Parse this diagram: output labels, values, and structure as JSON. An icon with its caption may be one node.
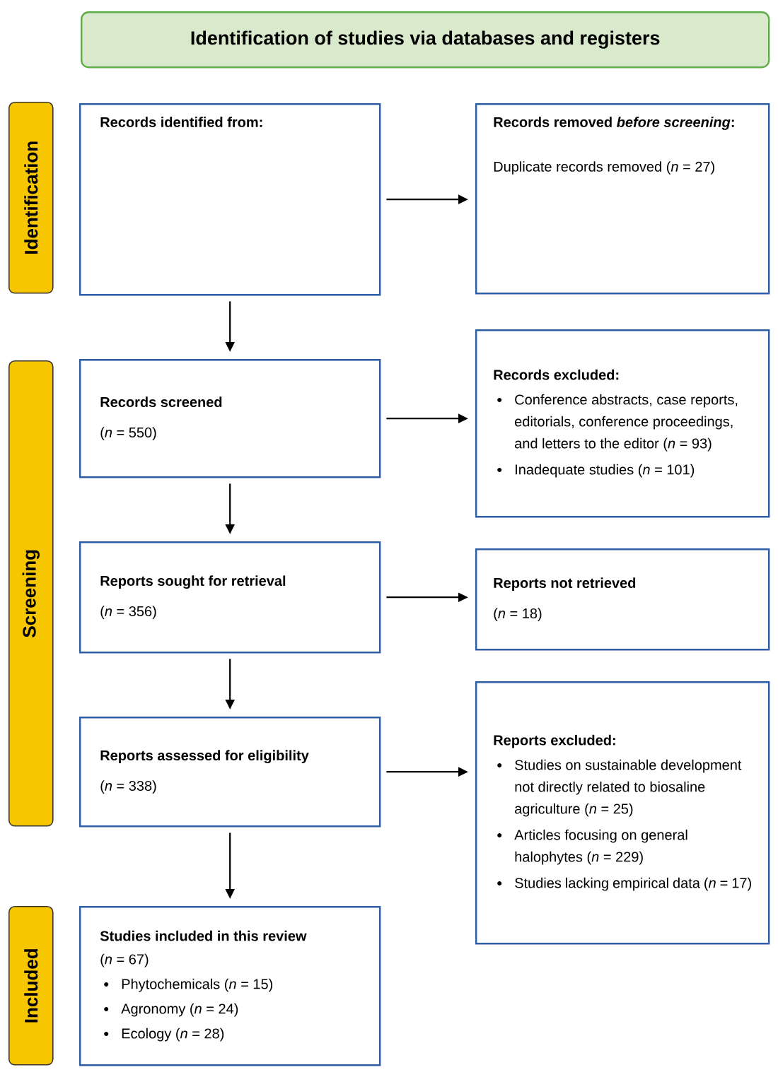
{
  "diagram": {
    "nodes": [
      {
        "text": [
          "Identification of studies via databases and registers"
        ]
      },
      {
        "text": [
          "Identification"
        ]
      },
      {
        "text": [
          "Records identified from:"
        ]
      },
      {
        "text": [
          "Records removed *before screening*:",
          "Duplicate records removed (*n* = 27)"
        ]
      },
      {
        "text": [
          "Screening"
        ]
      },
      {
        "text": [
          "Records screened",
          "(*n* = 550)"
        ]
      },
      {
        "text": [
          "Records excluded:",
          "Conference abstracts, case reports, editorials, conference proceedings, and letters to the editor (*n* = 93)",
          "Inadequate studies (*n* = 101)"
        ]
      },
      {
        "text": [
          "Reports sought for retrieval",
          "(*n* = 356)"
        ]
      },
      {
        "text": [
          "Reports not retrieved",
          "(*n* = 18)"
        ]
      },
      {
        "text": [
          "Reports assessed for eligibility",
          "(*n* = 338)"
        ]
      },
      {
        "text": [
          "Reports excluded:",
          "Studies on sustainable development not directly related to biosaline agriculture (*n* = 25)",
          "Articles focusing on general halophytes (*n* = 229)",
          "Studies lacking empirical data (*n* = 17)"
        ]
      },
      {
        "text": [
          "Included"
        ]
      },
      {
        "text": [
          "Studies included in this review",
          "(*n* = 67)",
          "Phytochemicals (*n* = 15)",
          "Agronomy (*n* = 24)",
          "Ecology (*n* = 28)"
        ]
      }
    ],
    "edges": [
      {
        "from": 2,
        "to": 3,
        "arrow": "to"
      },
      {
        "from": 2,
        "to": 5,
        "arrow": "to"
      },
      {
        "from": 5,
        "to": 6,
        "arrow": "to"
      },
      {
        "from": 5,
        "to": 7,
        "arrow": "to"
      },
      {
        "from": 7,
        "to": 8,
        "arrow": "to"
      },
      {
        "from": 7,
        "to": 9,
        "arrow": "to"
      },
      {
        "from": 9,
        "to": 10,
        "arrow": "to"
      },
      {
        "from": 9,
        "to": 12,
        "arrow": "to"
      }
    ]
  }
}
